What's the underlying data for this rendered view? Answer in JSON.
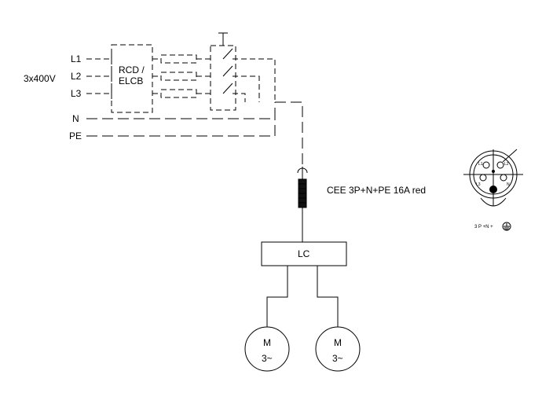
{
  "supply": {
    "voltage": "3x400V",
    "lines": [
      "L1",
      "L2",
      "L3"
    ],
    "neutral": "N",
    "protective_earth": "PE"
  },
  "rcd": {
    "line1": "RCD /",
    "line2": "ELCB"
  },
  "plug": {
    "label": "CEE 3P+N+PE 16A red"
  },
  "controller": {
    "label": "LC"
  },
  "motors": [
    {
      "name": "M",
      "phase": "3~"
    },
    {
      "name": "M",
      "phase": "3~"
    }
  ],
  "socket_icon": {
    "caption": "3 P +N +",
    "pins": [
      "L1",
      "L2",
      "L3",
      "N"
    ]
  }
}
